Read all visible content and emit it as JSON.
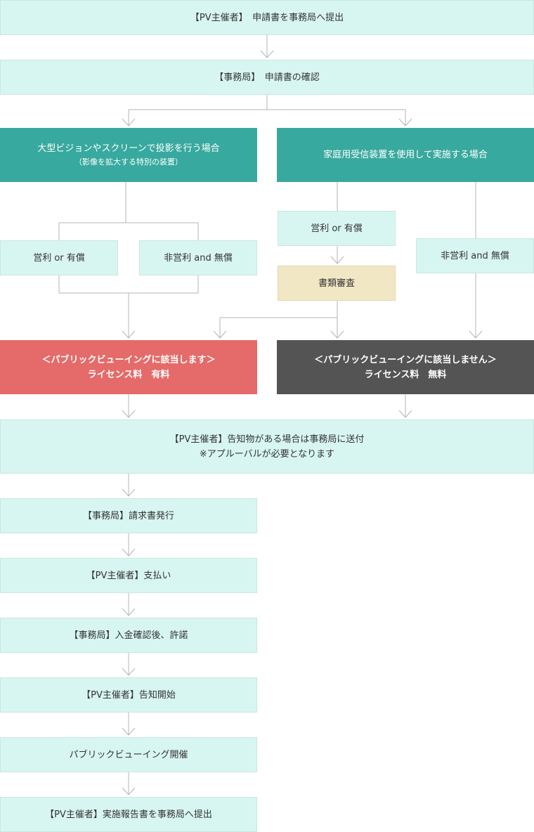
{
  "steps": {
    "submit": "【PV主催者】　申請書を事務局へ提出",
    "confirm": "【事務局】　申請書の確認",
    "large_screen": {
      "line1": "大型ビジョンやスクリーンで投影を行う場合",
      "line2": "（影像を拡大する特別の装置）"
    },
    "home_device": "家庭用受信装置を使用して実施する場合",
    "left_commercial": "営利 or 有償",
    "left_noncommercial": "非営利 and 無償",
    "right_commercial": "営利 or 有償",
    "right_noncommercial": "非営利 and 無償",
    "document_review": "書類審査",
    "applies": {
      "line1": "＜パブリックビューイングに該当します＞",
      "line2": "ライセンス料　有料"
    },
    "not_applies": {
      "line1": "＜パブリックビューイングに該当しません＞",
      "line2": "ライセンス料　無料"
    },
    "notice": {
      "line1": "【PV主催者】告知物がある場合は事務局に送付",
      "line2": "※アプルーバルが必要となります"
    },
    "invoice": "【事務局】請求書発行",
    "payment": "【PV主催者】支払い",
    "permission": "【事務局】入金確認後、許諾",
    "announce": "【PV主催者】告知開始",
    "hold_pv": "パブリックビューイング開催",
    "report": "【PV主催者】実施報告書を事務局へ提出"
  },
  "colors": {
    "mint": "#d8f6f1",
    "teal": "#38a99e",
    "tan": "#f2e7c5",
    "red": "#e46b69",
    "dark": "#545454",
    "connector": "#b4b4b4"
  }
}
